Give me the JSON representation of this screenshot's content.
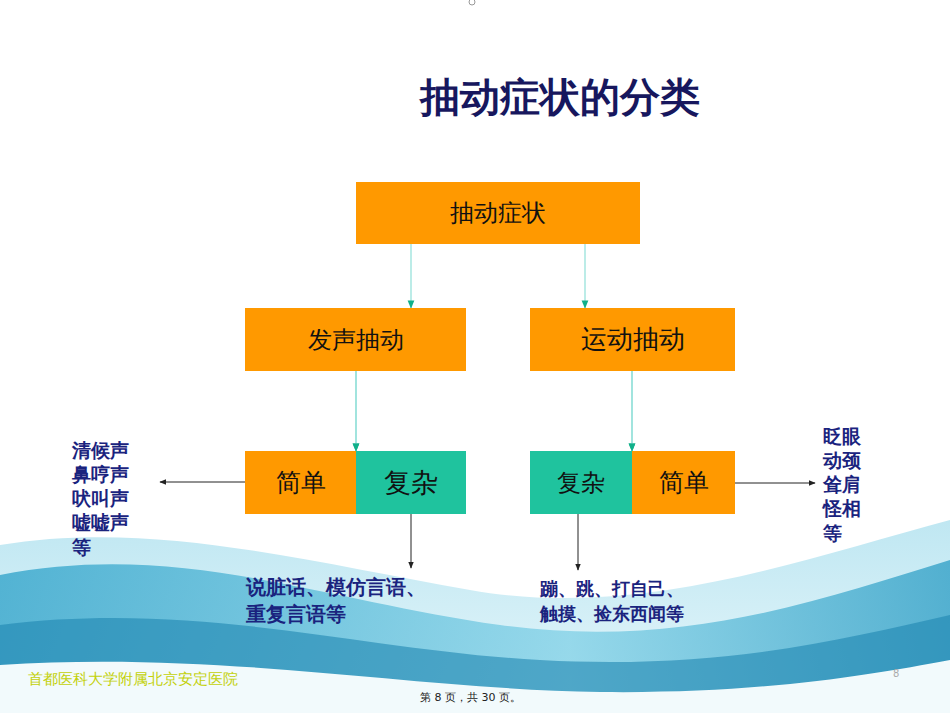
{
  "diagram": {
    "title": "抽动症状的分类",
    "nodes": [
      {
        "text": [
          "抽动症状"
        ]
      },
      {
        "text": [
          "发声抽动"
        ]
      },
      {
        "text": [
          "运动抽动"
        ]
      },
      {
        "text": [
          "简单"
        ]
      },
      {
        "text": [
          "复杂"
        ]
      },
      {
        "text": [
          "复杂"
        ]
      },
      {
        "text": [
          "简单"
        ]
      }
    ],
    "edges": [
      {
        "from": 0,
        "to": 1,
        "arrow": "to"
      },
      {
        "from": 0,
        "to": 2,
        "arrow": "to"
      },
      {
        "from": 1,
        "to": 3,
        "arrow": "to"
      },
      {
        "from": 1,
        "to": 4,
        "arrow": "to"
      },
      {
        "from": 2,
        "to": 5,
        "arrow": "to"
      },
      {
        "from": 2,
        "to": 6,
        "arrow": "to"
      }
    ],
    "labels": [
      "清候声 鼻哼声 吠叫声 嘘嘘声 等",
      "说脏话、模仿言语、 重复言语等",
      "蹦、跳、打自己、 触摸、捡东西闻等",
      "眨眼 动颈 耸肩 怪相 等",
      "首都医科大学附属北京安定医院",
      "第 8 页，共 30 页。",
      "8"
    ]
  }
}
